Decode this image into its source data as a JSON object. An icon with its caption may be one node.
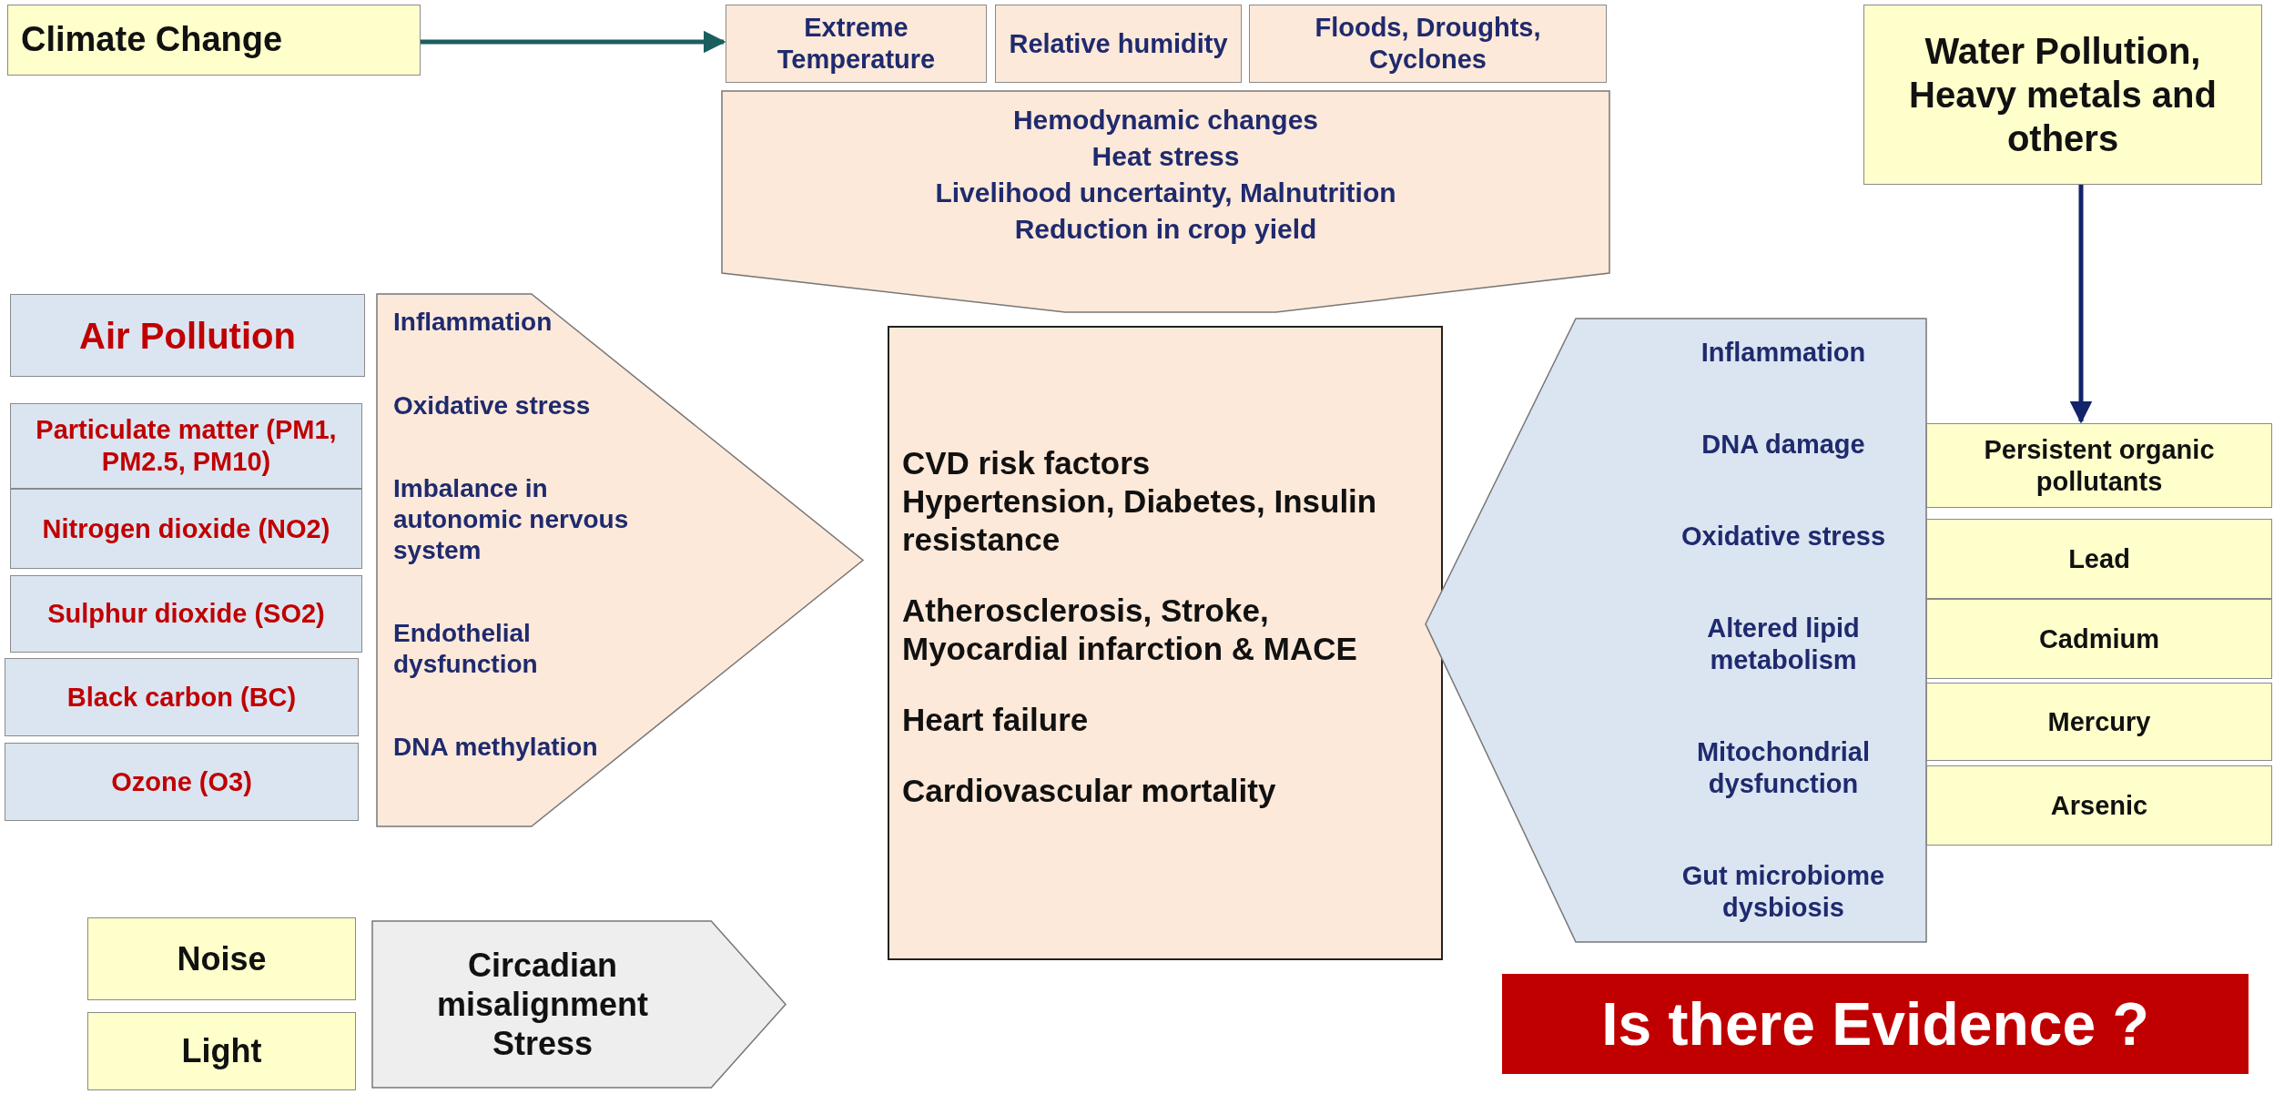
{
  "diagram": {
    "nodes": [
      {
        "text": [
          "Climate Change"
        ]
      },
      {
        "text": [
          "Extreme Temperature"
        ]
      },
      {
        "text": [
          "Relative humidity"
        ]
      },
      {
        "text": [
          "Floods, Droughts, Cyclones"
        ]
      },
      {
        "text": [
          "Hemodynamic changes",
          "Heat stress",
          "Livelihood uncertainty, Malnutrition",
          "Reduction in crop yield"
        ]
      },
      {
        "text": [
          "Water Pollution, Heavy metals and others"
        ]
      },
      {
        "text": [
          "Air Pollution"
        ]
      },
      {
        "text": [
          "Particulate matter (PM1, PM2.5, PM10)"
        ]
      },
      {
        "text": [
          "Nitrogen dioxide (NO2)"
        ]
      },
      {
        "text": [
          "Sulphur dioxide (SO2)"
        ]
      },
      {
        "text": [
          "Black carbon (BC)"
        ]
      },
      {
        "text": [
          "Ozone (O3)"
        ]
      },
      {
        "text": [
          "Inflammation",
          "Oxidative stress",
          "Imbalance in autonomic nervous system",
          "Endothelial dysfunction",
          "DNA methylation"
        ]
      },
      {
        "text": [
          "CVD risk factors",
          "Hypertension, Diabetes, Insulin resistance",
          "Atherosclerosis, Stroke, Myocardial infarction & MACE",
          "Heart failure",
          "Cardiovascular mortality"
        ]
      },
      {
        "text": [
          "Inflammation",
          "DNA damage",
          "Oxidative stress",
          "Altered lipid metabolism",
          "Mitochondrial dysfunction",
          "Gut microbiome dysbiosis"
        ]
      },
      {
        "text": [
          "Persistent organic pollutants"
        ]
      },
      {
        "text": [
          "Lead"
        ]
      },
      {
        "text": [
          "Cadmium"
        ]
      },
      {
        "text": [
          "Mercury"
        ]
      },
      {
        "text": [
          "Arsenic"
        ]
      },
      {
        "text": [
          "Noise"
        ]
      },
      {
        "text": [
          "Light"
        ]
      },
      {
        "text": [
          "Circadian misalignment",
          "Stress"
        ]
      },
      {
        "text": [
          "Is there Evidence ?"
        ]
      }
    ],
    "edges": [
      {
        "from": 0,
        "to": 1,
        "arrow": "to",
        "color": "#1b5e5e"
      },
      {
        "from": 5,
        "to": 15,
        "arrow": "to",
        "color": "#14246b"
      }
    ]
  }
}
